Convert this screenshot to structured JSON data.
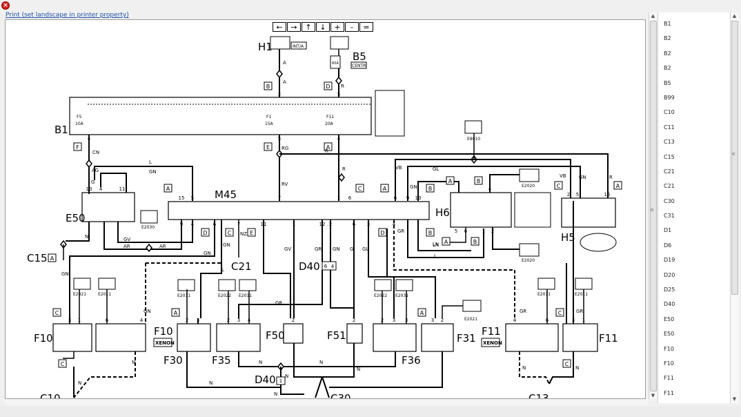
{
  "window": {
    "close_symbol": "×"
  },
  "print_link": "Print (set landscape in printer property)",
  "nav_buttons": [
    {
      "name": "nav-left-button",
      "symbol": "←"
    },
    {
      "name": "nav-right-button",
      "symbol": "→"
    },
    {
      "name": "nav-up-button",
      "symbol": "↑"
    },
    {
      "name": "nav-down-button",
      "symbol": "↓"
    },
    {
      "name": "zoom-in-button",
      "symbol": "+"
    },
    {
      "name": "zoom-out-button",
      "symbol": "-"
    },
    {
      "name": "zoom-reset-button",
      "symbol": "="
    }
  ],
  "diagram": {
    "components": [
      "H1",
      "B5",
      "B1",
      "M45",
      "H6",
      "H5",
      "E50",
      "C15",
      "C21",
      "D40",
      "F10",
      "F30",
      "F35",
      "F50",
      "F51",
      "F36",
      "F31",
      "F11",
      "C10",
      "C13",
      "C30"
    ],
    "tags": [
      "INT/A",
      "CENTR",
      "XENON",
      "XENON",
      "60A"
    ],
    "fuses": [
      "F5",
      "10A",
      "F1",
      "15A",
      "F11",
      "20A"
    ],
    "refs": [
      "E8010",
      "E2020",
      "E2030",
      "E2011",
      "E2021",
      "E2031",
      "E2022",
      "E2020",
      "E2022",
      "E2031",
      "E2021",
      "E2011",
      "E2011",
      "E2011"
    ],
    "connectors": [
      "A",
      "B",
      "C",
      "D",
      "E",
      "F"
    ],
    "wire_labels": [
      "A",
      "R",
      "CN",
      "RG",
      "AG",
      "G",
      "GN",
      "L",
      "VB",
      "GL",
      "RV",
      "GV",
      "AR",
      "NZ",
      "GR",
      "N",
      "LN"
    ],
    "pins": [
      "1",
      "2",
      "3",
      "4",
      "5",
      "6",
      "7",
      "9",
      "11",
      "12",
      "13",
      "15"
    ]
  },
  "side_list": [
    "B1",
    "B2",
    "B2",
    "B2",
    "B5",
    "B99",
    "C10",
    "C11",
    "C13",
    "C15",
    "C21",
    "C21",
    "C30",
    "C31",
    "D1",
    "D6",
    "D19",
    "D20",
    "D25",
    "D40",
    "E50",
    "E50",
    "F10",
    "F10",
    "F11",
    "F11"
  ],
  "colors": {
    "link": "#1f4fa8",
    "close": "#d42020",
    "wire": "#000000"
  }
}
